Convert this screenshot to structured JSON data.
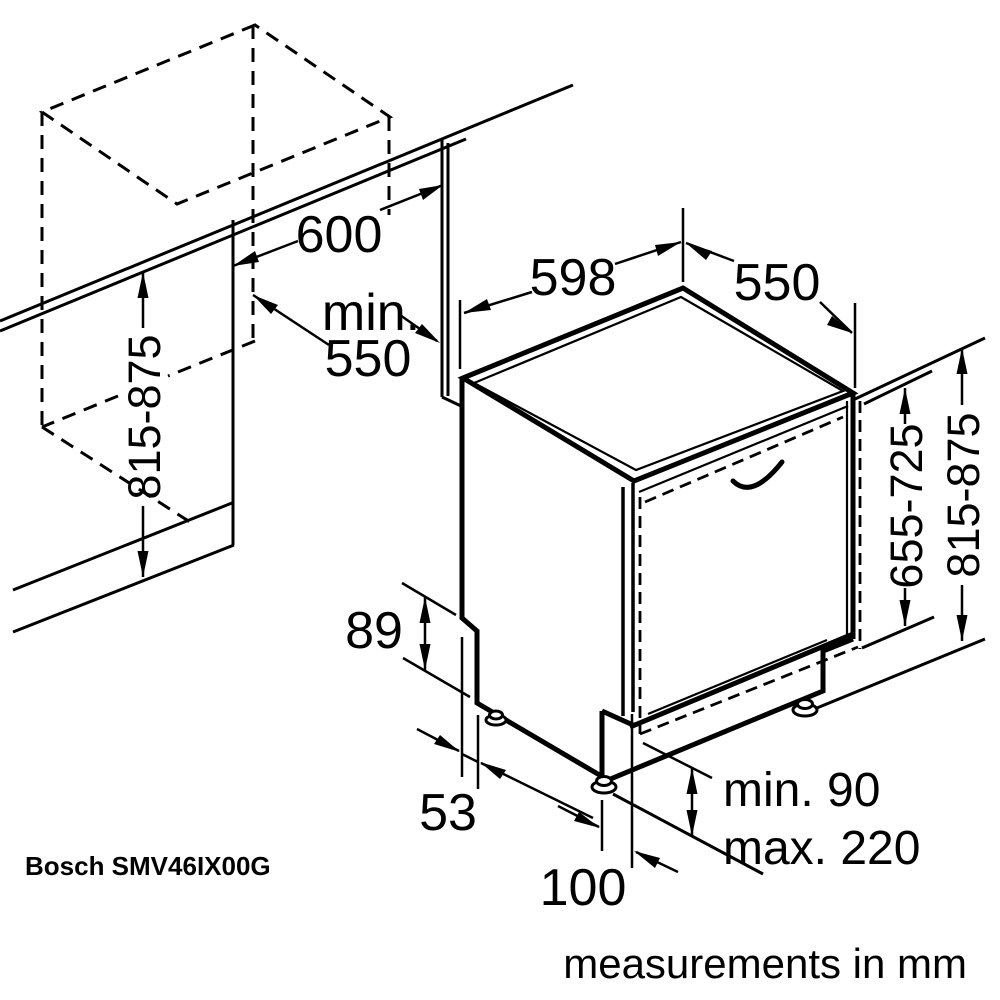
{
  "meta": {
    "model_label": "Bosch SMV46IX00G",
    "units_note": "measurements in mm"
  },
  "colors": {
    "line": "#000000",
    "background": "#ffffff"
  },
  "dimensions": {
    "niche_width": "600",
    "niche_depth_prefix": "min.",
    "niche_depth_value": "550",
    "niche_height_left": "815-875",
    "appliance_width": "598",
    "appliance_top_depth": "550",
    "furniture_door_height": "655-725",
    "appliance_height_right": "815-875",
    "rear_recess_height": "89",
    "rear_recess_depth": "53",
    "plinth_recess_depth": "100",
    "plinth_height_min": "min. 90",
    "plinth_height_max": "max. 220"
  }
}
